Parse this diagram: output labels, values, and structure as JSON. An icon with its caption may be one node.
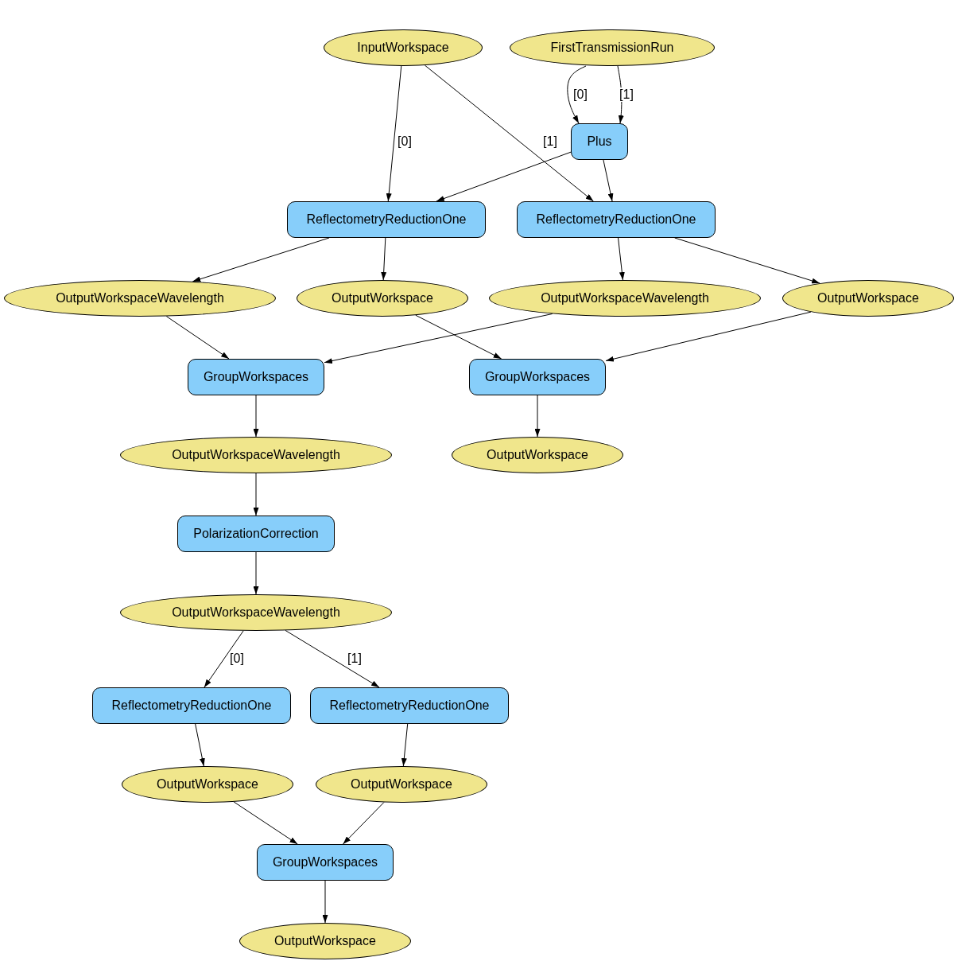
{
  "diagram": {
    "nodes": [
      {
        "text": [
          "InputWorkspace"
        ]
      },
      {
        "text": [
          "FirstTransmissionRun"
        ]
      },
      {
        "text": [
          "Plus"
        ]
      },
      {
        "text": [
          "ReflectometryReductionOne"
        ]
      },
      {
        "text": [
          "ReflectometryReductionOne"
        ]
      },
      {
        "text": [
          "OutputWorkspaceWavelength"
        ]
      },
      {
        "text": [
          "OutputWorkspace"
        ]
      },
      {
        "text": [
          "OutputWorkspaceWavelength"
        ]
      },
      {
        "text": [
          "OutputWorkspace"
        ]
      },
      {
        "text": [
          "GroupWorkspaces"
        ]
      },
      {
        "text": [
          "GroupWorkspaces"
        ]
      },
      {
        "text": [
          "OutputWorkspaceWavelength"
        ]
      },
      {
        "text": [
          "OutputWorkspace"
        ]
      },
      {
        "text": [
          "PolarizationCorrection"
        ]
      },
      {
        "text": [
          "OutputWorkspaceWavelength"
        ]
      },
      {
        "text": [
          "ReflectometryReductionOne"
        ]
      },
      {
        "text": [
          "ReflectometryReductionOne"
        ]
      },
      {
        "text": [
          "OutputWorkspace"
        ]
      },
      {
        "text": [
          "OutputWorkspace"
        ]
      },
      {
        "text": [
          "GroupWorkspaces"
        ]
      },
      {
        "text": [
          "OutputWorkspace"
        ]
      }
    ],
    "edges": [
      {
        "from": 1,
        "to": 2,
        "arrow": "to",
        "label": "[0]"
      },
      {
        "from": 1,
        "to": 2,
        "arrow": "to",
        "label": "[1]"
      },
      {
        "from": 0,
        "to": 3,
        "arrow": "to",
        "label": "[0]"
      },
      {
        "from": 0,
        "to": 4,
        "arrow": "to",
        "label": "[1]"
      },
      {
        "from": 2,
        "to": 3,
        "arrow": "to"
      },
      {
        "from": 2,
        "to": 4,
        "arrow": "to"
      },
      {
        "from": 3,
        "to": 5,
        "arrow": "to"
      },
      {
        "from": 3,
        "to": 6,
        "arrow": "to"
      },
      {
        "from": 4,
        "to": 7,
        "arrow": "to"
      },
      {
        "from": 4,
        "to": 8,
        "arrow": "to"
      },
      {
        "from": 5,
        "to": 9,
        "arrow": "to"
      },
      {
        "from": 7,
        "to": 9,
        "arrow": "to"
      },
      {
        "from": 6,
        "to": 10,
        "arrow": "to"
      },
      {
        "from": 8,
        "to": 10,
        "arrow": "to"
      },
      {
        "from": 9,
        "to": 11,
        "arrow": "to"
      },
      {
        "from": 10,
        "to": 12,
        "arrow": "to"
      },
      {
        "from": 11,
        "to": 13,
        "arrow": "to"
      },
      {
        "from": 13,
        "to": 14,
        "arrow": "to"
      },
      {
        "from": 14,
        "to": 15,
        "arrow": "to",
        "label": "[0]"
      },
      {
        "from": 14,
        "to": 16,
        "arrow": "to",
        "label": "[1]"
      },
      {
        "from": 15,
        "to": 17,
        "arrow": "to"
      },
      {
        "from": 16,
        "to": 18,
        "arrow": "to"
      },
      {
        "from": 17,
        "to": 19,
        "arrow": "to"
      },
      {
        "from": 18,
        "to": 19,
        "arrow": "to"
      },
      {
        "from": 19,
        "to": 20,
        "arrow": "to"
      }
    ]
  }
}
